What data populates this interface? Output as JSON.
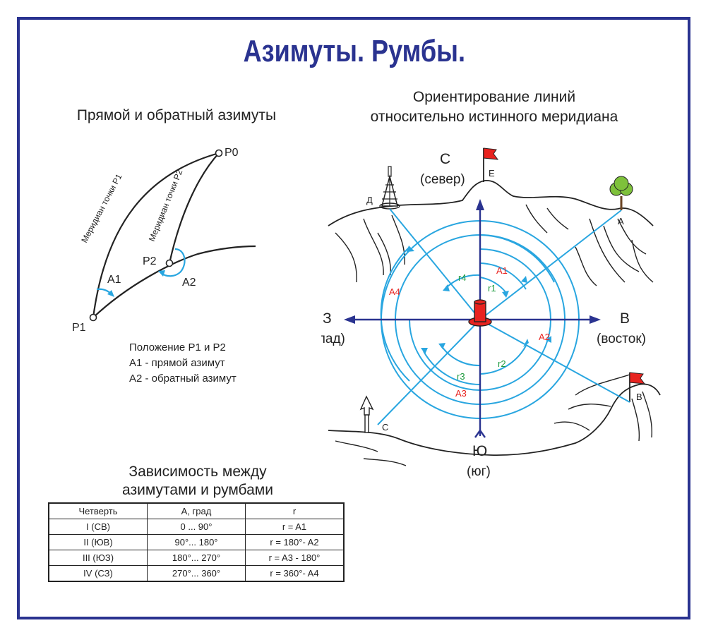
{
  "title": "Азимуты. Румбы.",
  "left": {
    "heading": "Прямой и обратный азимуты",
    "labels": {
      "p0": "P0",
      "p1": "P1",
      "p2": "P2",
      "meridian_p1": "Меридиан точки P1",
      "meridian_p2": "Меридиан точки P2",
      "a1": "A1",
      "a2": "A2"
    },
    "caption": {
      "line1": "Положение P1 и P2",
      "line2": "A1 - прямой азимут",
      "line3": "A2 - обратный азимут"
    }
  },
  "right": {
    "heading_line1": "Ориентирование линий",
    "heading_line2": "относительно истинного меридиана",
    "directions": {
      "north": "С",
      "north_word": "(север)",
      "south": "Ю",
      "south_word": "(юг)",
      "west": "З",
      "west_word": "(запад)",
      "east": "В",
      "east_word": "(восток)"
    },
    "points": {
      "a": "А",
      "b": "В",
      "c": "С",
      "d": "Д",
      "e": "Е"
    },
    "angles": {
      "a1": "A1",
      "a2": "A2",
      "a3": "A3",
      "a4": "A4",
      "r1": "r1",
      "r2": "r2",
      "r3": "r3",
      "r4": "r4"
    },
    "colors": {
      "axis": "#2a3390",
      "line": "#29a6e0",
      "azimuth_label": "#e8231f",
      "rhumb_label": "#1b9a3c",
      "flag": "#e8231f",
      "tree": "#7ec13b"
    }
  },
  "table_section": {
    "heading_line1": "Зависимость между",
    "heading_line2": "азимутами и румбами",
    "headers": [
      "Четверть",
      "А, град",
      "r"
    ],
    "rows": [
      [
        "I (СВ)",
        "0 ... 90°",
        "r = A1"
      ],
      [
        "II (ЮВ)",
        "90°... 180°",
        "r = 180°- A2"
      ],
      [
        "III (ЮЗ)",
        "180°... 270°",
        "r = A3 - 180°"
      ],
      [
        "IV (СЗ)",
        "270°... 360°",
        "r = 360°- A4"
      ]
    ]
  }
}
